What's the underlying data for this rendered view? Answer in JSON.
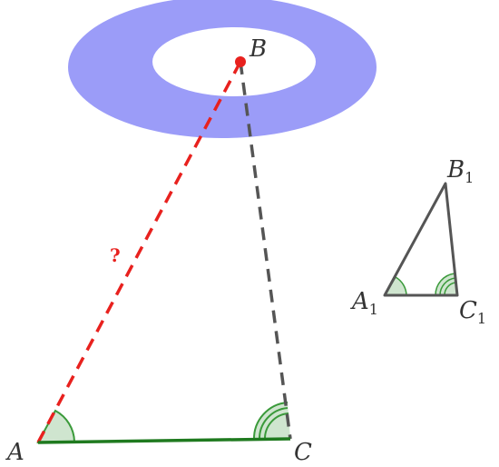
{
  "labels": {
    "A": "A",
    "B": "B",
    "C": "C",
    "B1_letter": "B",
    "B1_sub": "1",
    "A1_letter": "A",
    "A1_sub": "1",
    "C1_letter": "C",
    "C1_sub": "1",
    "unknown_distance": "?"
  },
  "colors": {
    "lake_ring": "#9b9cf8",
    "lake_inner": "#ffffff",
    "dashed_red": "#e8211e",
    "dashed_gray": "#555555",
    "base_green": "#1f7a1f",
    "angle_fill": "#cfe5cf",
    "angle_stroke": "#3a9a3a",
    "small_triangle": "#555555",
    "point_B": "#e8211e"
  }
}
